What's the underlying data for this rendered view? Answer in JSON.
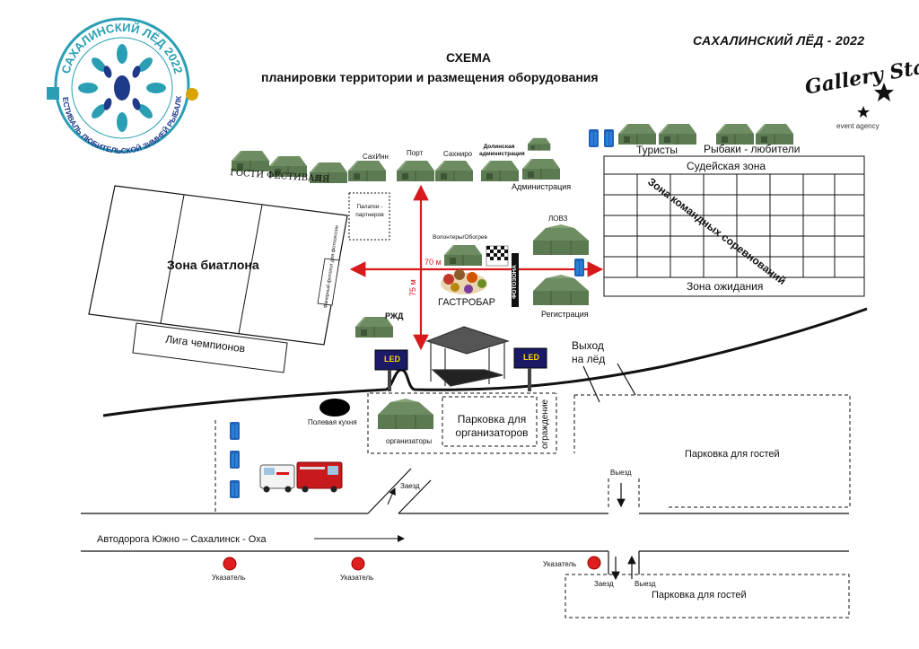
{
  "header": {
    "title": "СХЕМА",
    "subtitle": "планировки территории и размещения оборудования",
    "event_title": "САХАЛИНСКИЙ ЛЁД - 2022"
  },
  "logos": {
    "festival_name": "САХАЛИНСКИЙ ЛЁД 2022",
    "festival_ring_text": "ФЕСТИВАЛЬ ЛЮБИТЕЛЬСКОЙ ЗИМНЕЙ РЫБАЛКИ",
    "agency_name": "Gallery Stars",
    "agency_sub": "event agency"
  },
  "colors": {
    "tent": "#6e8c62",
    "tent_dark": "#4e6845",
    "arrow": "#d7191c",
    "toilet": "#1e63b8",
    "pointer": "#e01e1e",
    "festival_teal": "#2a9fb4",
    "festival_navy": "#1f3a8a"
  },
  "zones": {
    "biathlon": "Зона биатлона",
    "champions_league": "Лига чемпионов",
    "biathlon_photozone": "Фанерный фотопол для фотосессии",
    "partner_tents": "Палатки - партнеров",
    "judges_zone": "Судейская зона",
    "team_zone": "Зона командных соревнований",
    "waiting_zone": "Зона ожидания",
    "organizers_parking": "Парковка для организаторов",
    "guest_parking_1": "Парковка для гостей",
    "guest_parking_2": "Парковка для гостей",
    "fence": "ограждение",
    "ice_exit": "Выход на лёд"
  },
  "labels": {
    "festival_guests": "ГОСТИ ФЕСТИВАЛЯ",
    "sakhinn": "СахИнн",
    "port": "Порт",
    "sakhniro": "Сахниро",
    "dolinsk_admin": "Долинская администрация",
    "administration": "Администрация",
    "tourists": "Туристы",
    "amateur_fishers": "Рыбаки - любители",
    "lovz": "ЛОВЗ",
    "volunteers": "Волонтеры/Обогрев",
    "distance_h": "70 м",
    "distance_v": "75 м",
    "photozone": "ФОТОЗОНА",
    "gastrobar": "ГАСТРОБАР",
    "registration": "Регистрация",
    "rzd": "РЖД",
    "led_sign": "LED",
    "field_kitchen": "Полевая кухня",
    "organizers": "организаторы",
    "entry": "Заезд",
    "exit": "Выезд",
    "entry_2": "Заезд",
    "exit_2": "Выезд",
    "exit_3": "Выезд",
    "highway": "Автодорога Южно – Сахалинск - Оха",
    "pointer_1": "Указатель",
    "pointer_2": "Указатель",
    "pointer_3": "Указатель"
  }
}
